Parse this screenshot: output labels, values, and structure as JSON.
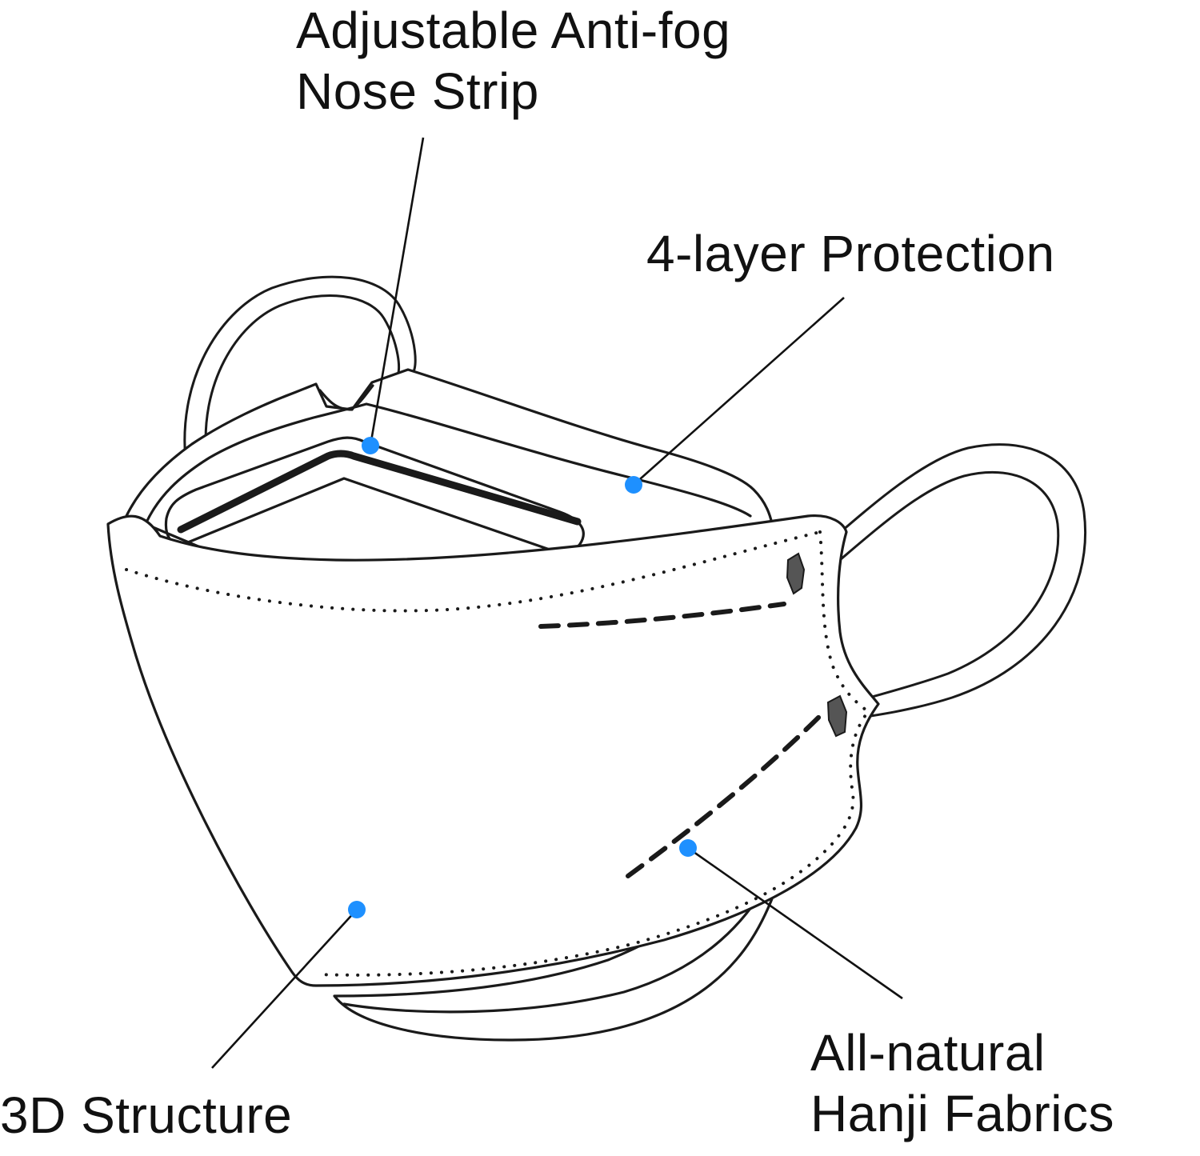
{
  "labels": {
    "nose_strip": {
      "line1": "Adjustable Anti-fog",
      "line2": "Nose Strip"
    },
    "layers": {
      "line1": "4-layer Protection"
    },
    "fabrics": {
      "line1": "All-natural",
      "line2": "Hanji Fabrics"
    },
    "structure": {
      "line1": "3D Structure"
    }
  },
  "colors": {
    "callout_dot": "#1e90ff",
    "line": "#1a1a1a",
    "text": "#111111",
    "background": "#ffffff"
  }
}
